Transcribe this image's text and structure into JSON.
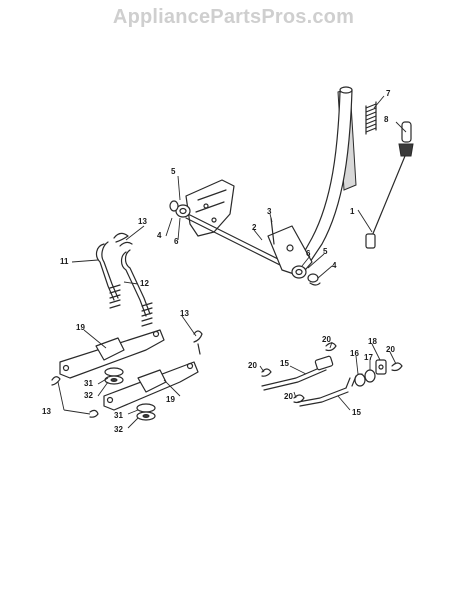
{
  "watermark": "AppliancePartsPros.com",
  "callouts": {
    "c1": "1",
    "c2": "2",
    "c3": "3",
    "c4a": "4",
    "c4b": "4",
    "c5a": "5",
    "c5b": "5",
    "c6a": "6",
    "c6b": "6",
    "c7": "7",
    "c8": "8",
    "c11": "11",
    "c12": "12",
    "c13a": "13",
    "c13b": "13",
    "c13c": "13",
    "c15a": "15",
    "c15b": "15",
    "c16": "16",
    "c17": "17",
    "c18": "18",
    "c19a": "19",
    "c19b": "19",
    "c20a": "20",
    "c20b": "20",
    "c20c": "20",
    "c20d": "20",
    "c31a": "31",
    "c31b": "31",
    "c32a": "32",
    "c32b": "32"
  }
}
